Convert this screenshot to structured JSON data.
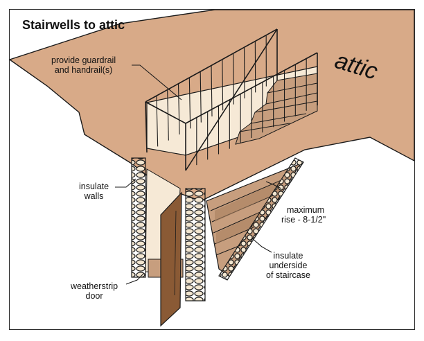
{
  "title": "Stairwells to attic",
  "attic_label": "attic",
  "callouts": {
    "guardrail_line1": "provide guardrail",
    "guardrail_line2": "and handrail(s)",
    "walls_line1": "insulate",
    "walls_line2": "walls",
    "door_line1": "weatherstrip",
    "door_line2": "door",
    "rise_line1": "maximum",
    "rise_line2": "rise - 8-1/2\"",
    "underside_line1": "insulate",
    "underside_line2": "underside",
    "underside_line3": "of staircase"
  },
  "colors": {
    "attic_floor": "#d8aa88",
    "stair_light": "#c79e7e",
    "stair_dark": "#a8805f",
    "door": "#8a5a35",
    "wall_face": "#f6e9d6",
    "outline": "#1a1a1a"
  },
  "icons": [
    "insulation-coil",
    "guardrail",
    "stair-steps"
  ]
}
